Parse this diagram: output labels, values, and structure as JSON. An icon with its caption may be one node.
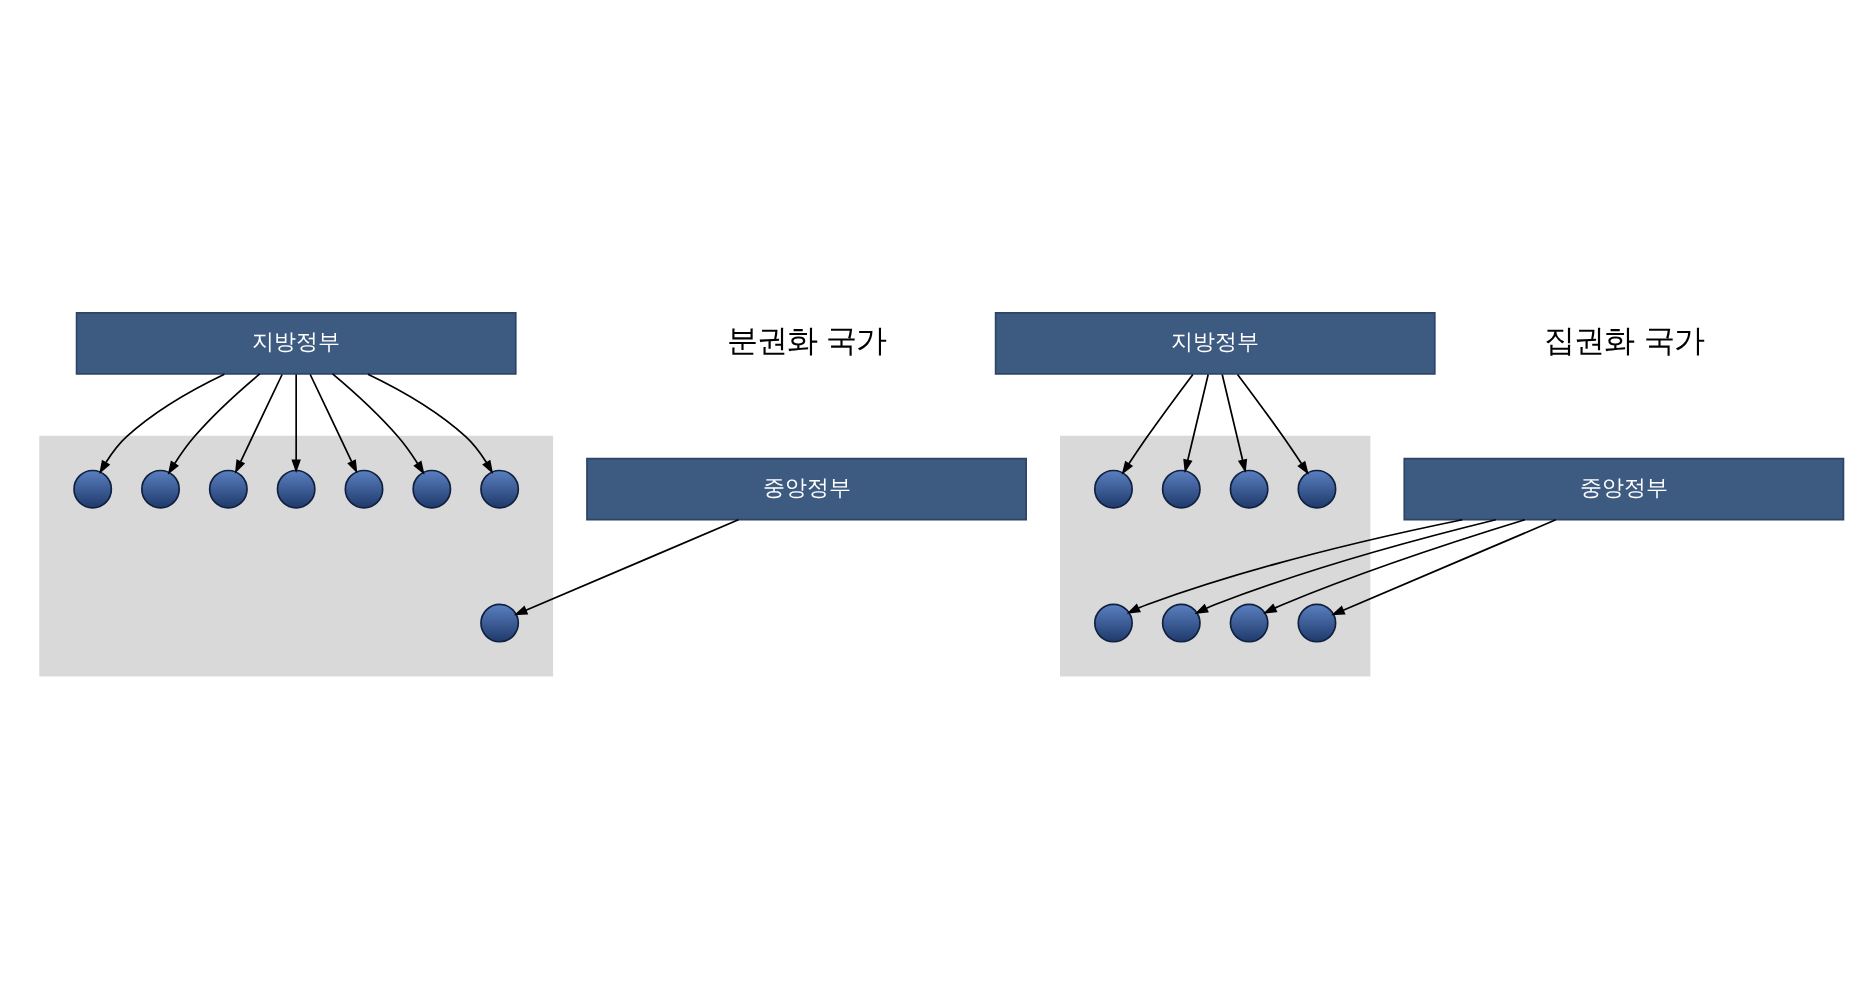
{
  "diagram": {
    "nodes": [
      {
        "text": [
          "중앙정부"
        ]
      },
      {
        "text": [],
        "shape": "box"
      },
      {
        "text": [],
        "shape": "circle",
        "in": 1
      },
      {
        "text": [],
        "shape": "circle",
        "in": 1
      },
      {
        "text": [],
        "shape": "circle",
        "in": 1
      },
      {
        "text": [],
        "shape": "circle",
        "in": 1
      },
      {
        "text": [],
        "shape": "circle",
        "in": 1
      },
      {
        "text": [],
        "shape": "circle",
        "in": 1
      },
      {
        "text": [],
        "shape": "circle",
        "in": 1
      },
      {
        "text": [],
        "shape": "circle",
        "in": 1
      },
      {
        "text": [
          "지방정부"
        ]
      },
      {
        "text": [
          "중앙정부"
        ]
      },
      {
        "text": [],
        "shape": "box"
      },
      {
        "text": [],
        "shape": "circle",
        "in": 12
      },
      {
        "text": [],
        "shape": "circle",
        "in": 12
      },
      {
        "text": [],
        "shape": "circle",
        "in": 12
      },
      {
        "text": [],
        "shape": "circle",
        "in": 12
      },
      {
        "text": [],
        "shape": "circle",
        "in": 12
      },
      {
        "text": [],
        "shape": "circle",
        "in": 12
      },
      {
        "text": [],
        "shape": "circle",
        "in": 12
      },
      {
        "text": [],
        "shape": "circle",
        "in": 12
      },
      {
        "text": [
          "지방정부"
        ]
      }
    ],
    "edges": [
      {
        "from": 0,
        "to": 4,
        "arrow": "to"
      },
      {
        "from": 10,
        "to": 2,
        "arrow": "to"
      },
      {
        "from": 10,
        "to": 3,
        "arrow": "to"
      },
      {
        "from": 10,
        "to": 5,
        "arrow": "to"
      },
      {
        "from": 10,
        "to": 6,
        "arrow": "to"
      },
      {
        "from": 10,
        "to": 7,
        "arrow": "to"
      },
      {
        "from": 10,
        "to": 8,
        "arrow": "to"
      },
      {
        "from": 10,
        "to": 9,
        "arrow": "to"
      },
      {
        "from": 11,
        "to": 13,
        "arrow": "to"
      },
      {
        "from": 11,
        "to": 15,
        "arrow": "to"
      },
      {
        "from": 11,
        "to": 16,
        "arrow": "to"
      },
      {
        "from": 11,
        "to": 18,
        "arrow": "to"
      },
      {
        "from": 21,
        "to": 14,
        "arrow": "to"
      },
      {
        "from": 21,
        "to": 17,
        "arrow": "to"
      },
      {
        "from": 21,
        "to": 19,
        "arrow": "to"
      },
      {
        "from": 21,
        "to": 20,
        "arrow": "to"
      }
    ],
    "labels": [
      "분권화 국가",
      "집권화 국가"
    ]
  }
}
